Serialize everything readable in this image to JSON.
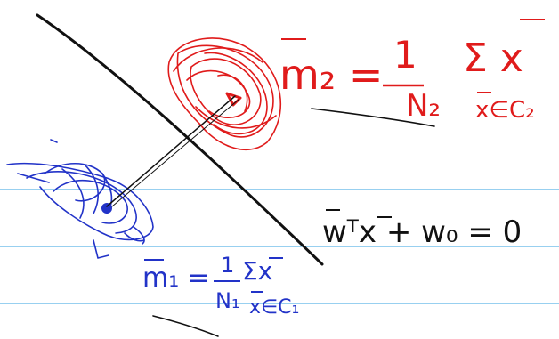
{
  "whiteboard": {
    "colors": {
      "background": "#ffffff",
      "rule_line": "#5ab4e6",
      "black_ink": "#111111",
      "red_ink": "#e01b1b",
      "blue_ink": "#2233c8"
    },
    "equations": {
      "m2_lhs": "m₂ =",
      "m2_frac_num": "1",
      "m2_frac_den": "N₂",
      "m2_sum": "Σ x",
      "m2_sub": "x∈C₂",
      "m1_lhs": "m₁ =",
      "m1_frac_num": "1",
      "m1_frac_den": "N₁",
      "m1_sum": "Σx",
      "m1_sub": "x∈C₁",
      "boundary": "wᵀx + w₀ = 0"
    }
  }
}
